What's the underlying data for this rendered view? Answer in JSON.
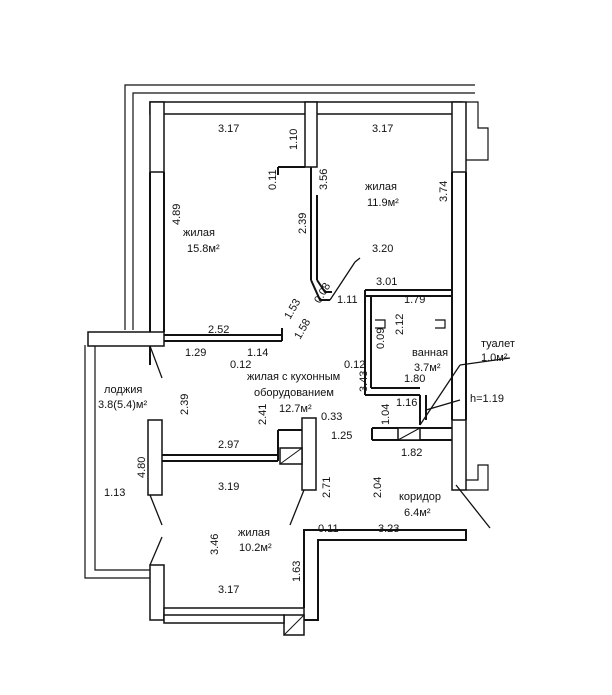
{
  "rooms": {
    "living1": {
      "name": "жилая",
      "area": "15.8м²"
    },
    "living2": {
      "name": "жилая",
      "area": "11.9м²"
    },
    "kitchen_living": {
      "line1": "жилая с кухонным",
      "line2": "оборудованием",
      "area": "12.7м²"
    },
    "living3": {
      "name": "жилая",
      "area": "10.2м²"
    },
    "loggia": {
      "name": "лоджия",
      "area": "3.8(5.4)м²"
    },
    "bathroom": {
      "name": "ванная",
      "area": "3.7м²"
    },
    "toilet": {
      "name": "туалет",
      "area": "1.0м²"
    },
    "corridor": {
      "name": "коридор",
      "area": "6.4м²"
    }
  },
  "dimensions": {
    "d_317_top_left": "3.17",
    "d_110": "1.10",
    "d_317_top_right": "3.17",
    "d_011_top": "0.11",
    "d_356": "3.56",
    "d_489": "4.89",
    "d_374": "3.74",
    "d_239_a": "2.39",
    "d_320": "3.20",
    "d_301": "3.01",
    "d_008": "0.08",
    "d_111": "1.11",
    "d_179": "1.79",
    "d_153": "1.53",
    "d_158": "1.58",
    "d_212": "2.12",
    "d_252": "2.52",
    "d_009": "0.09",
    "d_129": "1.29",
    "d_114": "1.14",
    "d_012_a": "0.12",
    "d_012_b": "0.12",
    "d_343": "3.43",
    "d_180": "1.80",
    "d_239_b": "2.39",
    "d_241": "2.41",
    "d_033": "0.33",
    "d_104": "1.04",
    "d_116": "1.16",
    "d_h119": "h=1.19",
    "d_125": "1.25",
    "d_182": "1.82",
    "d_480": "4.80",
    "d_297": "2.97",
    "d_113": "1.13",
    "d_319": "3.19",
    "d_271": "2.71",
    "d_204": "2.04",
    "d_346": "3.46",
    "d_011_bottom": "0.11",
    "d_323": "3.23",
    "d_163": "1.63",
    "d_317_bottom": "3.17"
  }
}
